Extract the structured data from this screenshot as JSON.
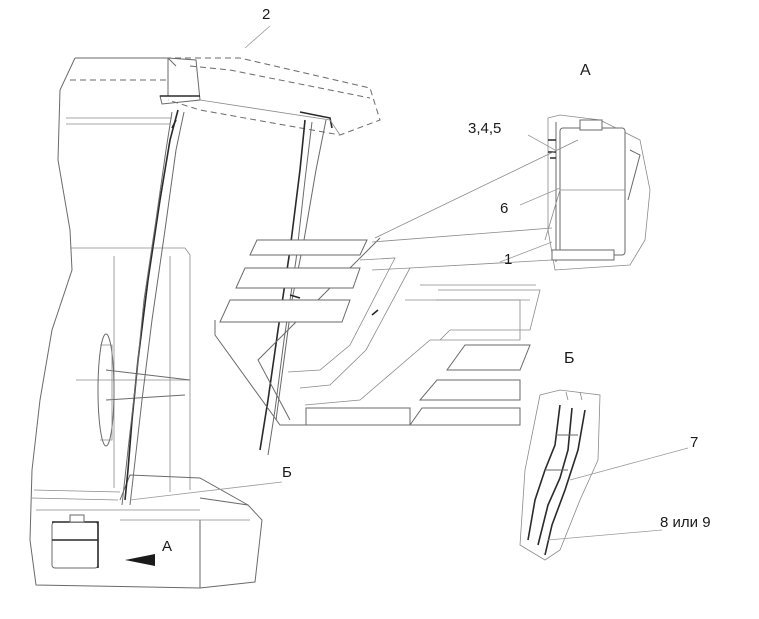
{
  "callouts": {
    "c2": "2",
    "c345": "3,4,5",
    "c6": "6",
    "c1": "1",
    "c7": "7",
    "c89": "8 или 9"
  },
  "views": {
    "a_label": "А",
    "b_label": "Б",
    "a_arrow_label": "А",
    "b_pointer_label": "Б"
  }
}
